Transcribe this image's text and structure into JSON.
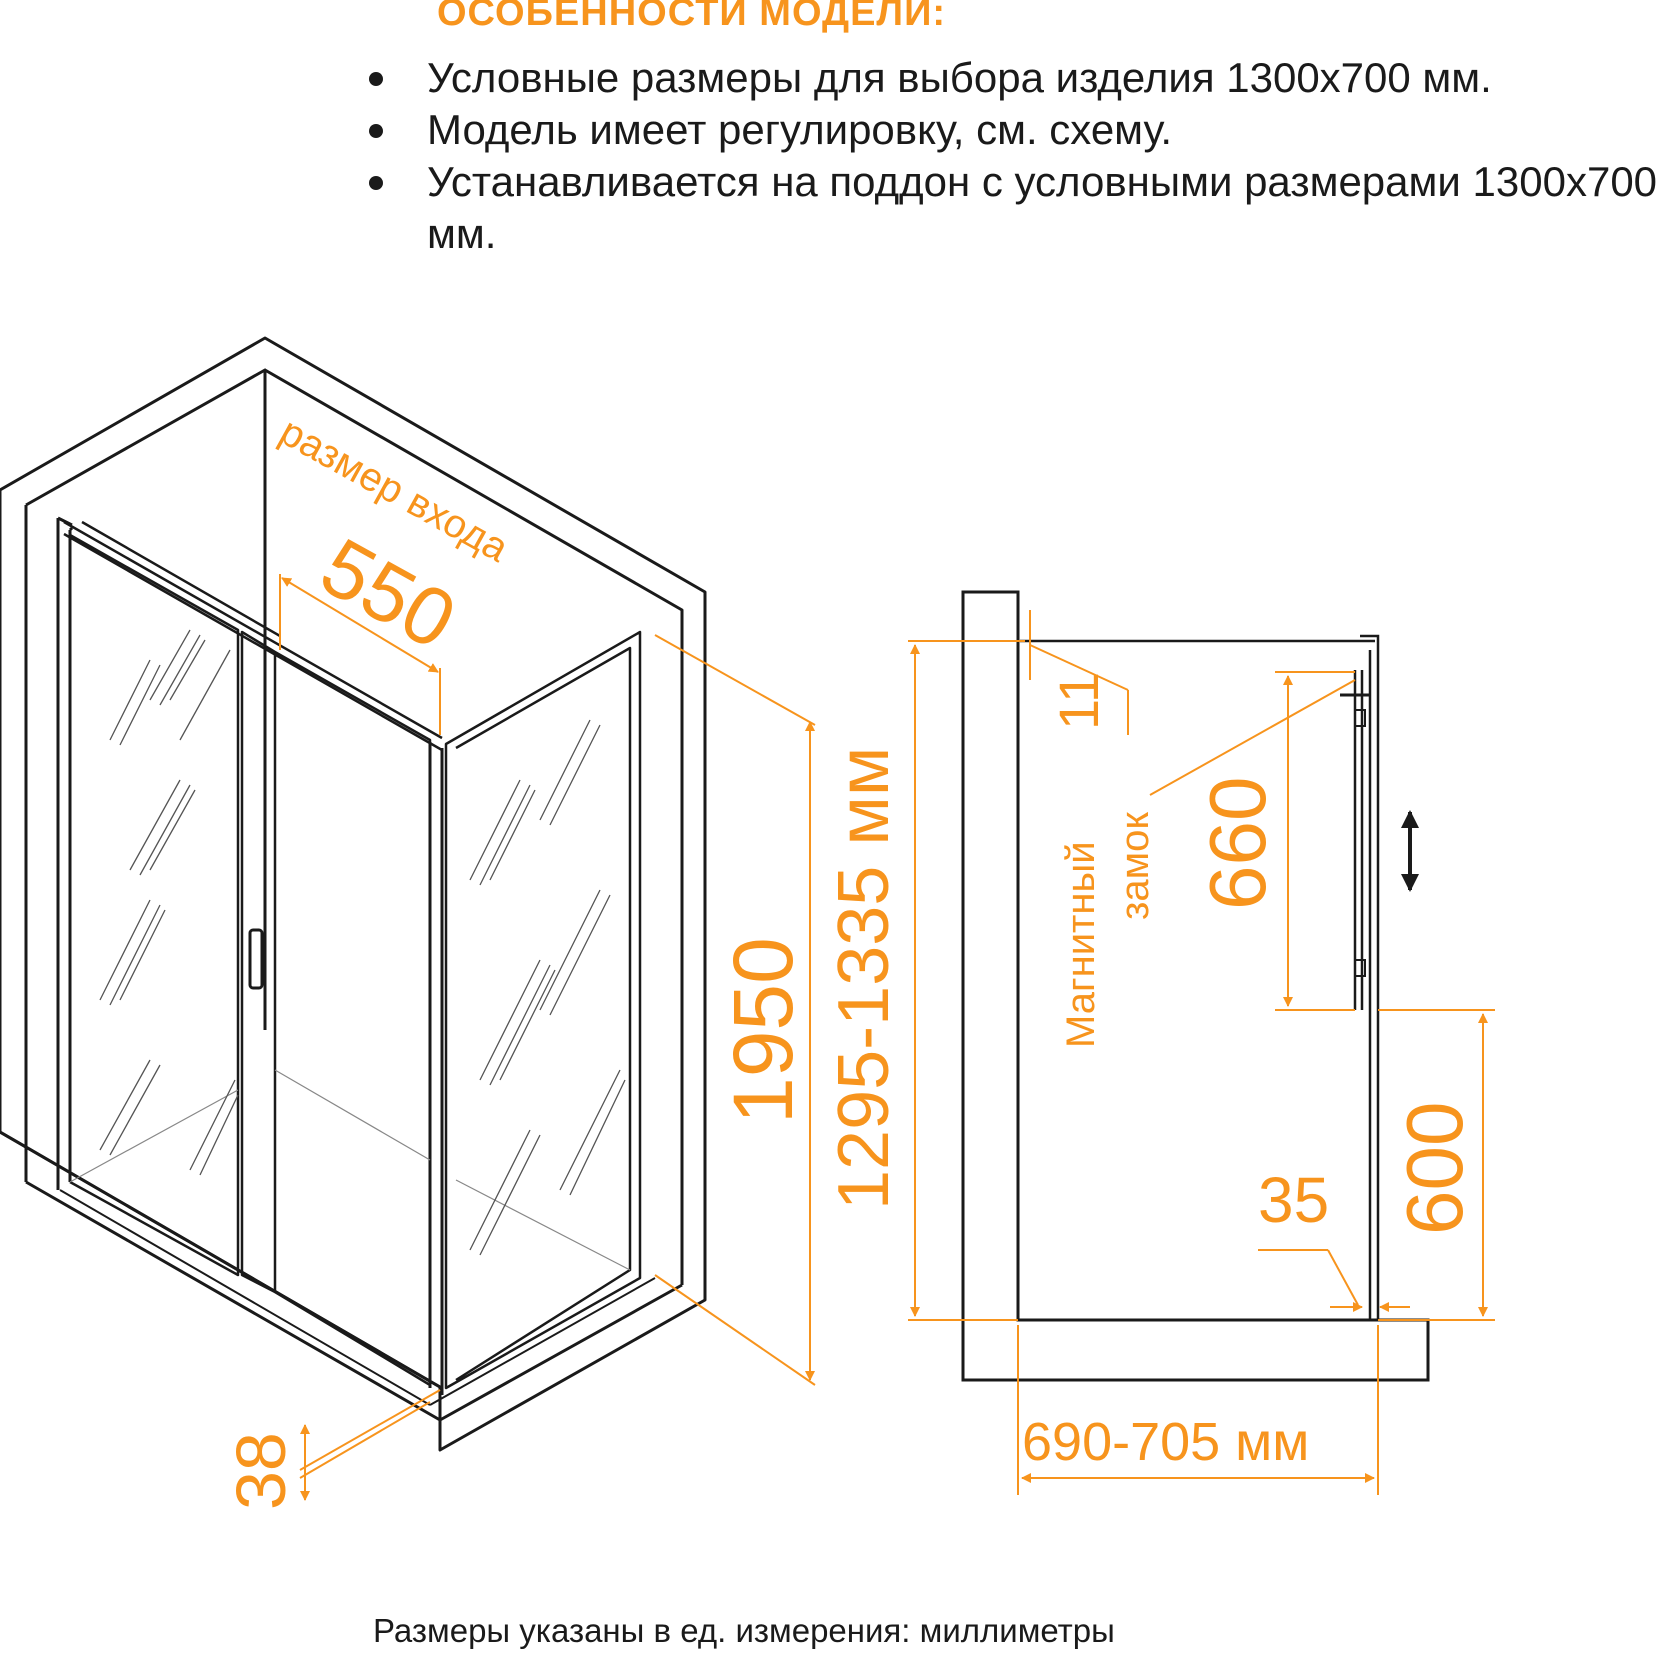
{
  "heading": "ОСОБЕННОСТИ МОДЕЛИ:",
  "features": [
    "Условные размеры для выбора изделия 1300х700 мм.",
    "Модель имеет регулировку, см. схему.",
    "Устанавливается на поддон с условными размерами 1300х700 мм."
  ],
  "left_view": {
    "entrance_label": "размер входа",
    "entrance_width": "550",
    "height": "1950",
    "profile_width": "38"
  },
  "right_view": {
    "adjust_range": "1295-1335 мм",
    "gap_top": "11",
    "lock_label_line1": "Магнитный",
    "lock_label_line2": "замок",
    "lock_height": "660",
    "lower_height": "600",
    "profile_offset": "35",
    "depth_range": "690-705 мм"
  },
  "footer": "Размеры указаны в ед. измерения: миллиметры",
  "colors": {
    "accent": "#F7941D",
    "line": "#1a1a1a"
  },
  "icons": [
    "bullet-icon",
    "double-arrow-icon"
  ]
}
